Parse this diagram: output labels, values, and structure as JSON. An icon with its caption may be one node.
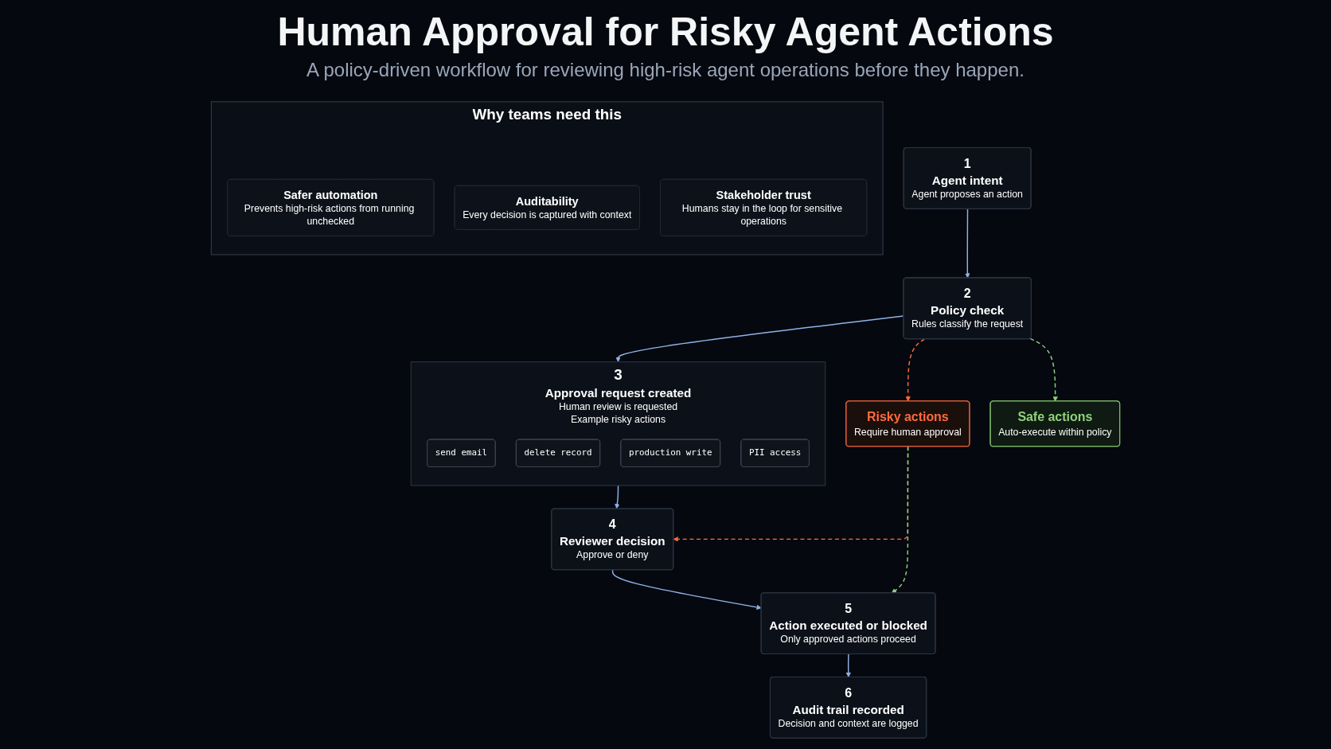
{
  "diagram": {
    "title": "Human Approval for Risky Agent Actions",
    "nodes": [
      {
        "text": [
          "1",
          "Agent intent",
          "Agent proposes an action"
        ]
      },
      {
        "text": [
          "2",
          "Policy check",
          "Rules classify the request"
        ]
      },
      {
        "text": [
          "Safe actions",
          "Auto-execute within policy"
        ]
      },
      {
        "text": [
          "Risky actions",
          "Require human approval"
        ]
      },
      {
        "text": [
          "3",
          "Approval request created",
          "Human review is requested",
          "Example risky actions"
        ]
      },
      {
        "text": [
          "send email"
        ],
        "in": 4
      },
      {
        "text": [
          "delete record"
        ],
        "in": 4
      },
      {
        "text": [
          "production write"
        ],
        "in": 4
      },
      {
        "text": [
          "PII access"
        ],
        "in": 4
      },
      {
        "text": [
          "4",
          "Reviewer decision",
          "Approve or deny"
        ]
      },
      {
        "text": [
          "5",
          "Action executed or blocked",
          "Only approved actions proceed"
        ]
      },
      {
        "text": [
          "6",
          "Audit trail recorded",
          "Decision and context are logged"
        ]
      },
      {
        "text": [
          "Why teams need this"
        ]
      },
      {
        "text": [
          "Safer automation",
          "Prevents high-risk actions from running unchecked"
        ],
        "in": 12
      },
      {
        "text": [
          "Auditability",
          "Every decision is captured with context"
        ],
        "in": 12
      },
      {
        "text": [
          "Stakeholder trust",
          "Humans stay in the loop for sensitive operations"
        ],
        "in": 12
      }
    ],
    "edges": [
      {
        "from": 0,
        "to": 1,
        "arrow": "to"
      },
      {
        "from": 1,
        "to": 4,
        "arrow": "to"
      },
      {
        "from": 4,
        "to": 9,
        "arrow": "to"
      },
      {
        "from": 9,
        "to": 10,
        "arrow": "to"
      },
      {
        "from": 10,
        "to": 11,
        "arrow": "to"
      },
      {
        "from": 1,
        "to": 2,
        "arrow": "to",
        "style": "dashed",
        "color": "#8fd17a"
      },
      {
        "from": 1,
        "to": 3,
        "arrow": "to",
        "style": "dashed",
        "color": "#ff6b3d"
      },
      {
        "from": 3,
        "to": 9,
        "arrow": "to",
        "style": "dashed",
        "color": "#ff6b3d"
      },
      {
        "from": 3,
        "to": 10,
        "arrow": "to",
        "style": "dashed",
        "color": "#8fd17a"
      }
    ],
    "labels": [
      "A policy-driven workflow for reviewing high-risk agent operations before they happen."
    ]
  }
}
